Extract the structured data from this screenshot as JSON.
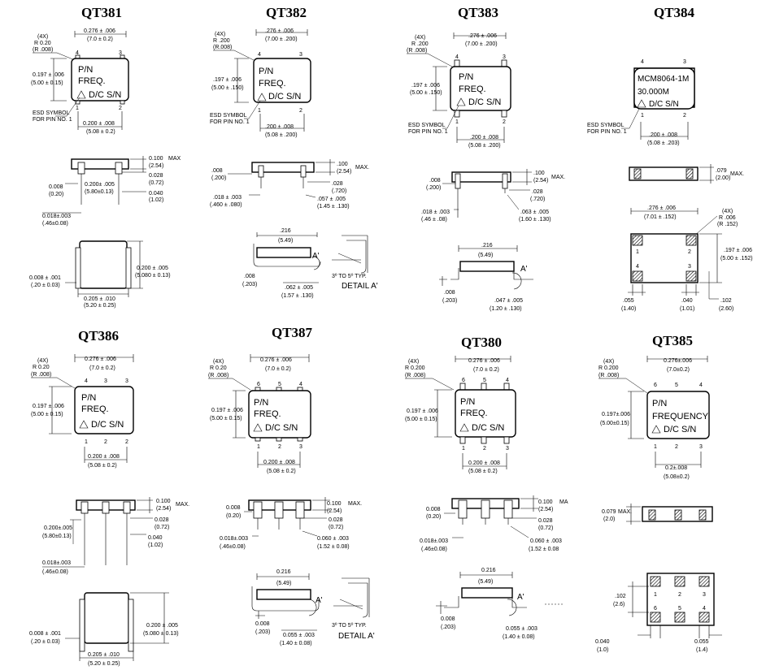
{
  "qt381": {
    "title": "QT381",
    "top": {
      "d_w": "0.276 ± .006",
      "d_w_mm": "(7.0 ± 0.2)",
      "d_h": "0.197 ± .006",
      "d_h_mm": "(5.00 ± 0.15)",
      "radius_l1": "(4X)",
      "radius_l2": "R 0.20",
      "radius_l3": "(R .008)",
      "pin_4": "4",
      "pin_3": "3",
      "pin_1": "1",
      "pin_2": "2",
      "mark_1": "P/N",
      "mark_2": "FREQ.",
      "mark_3": "D/C  S/N",
      "esd_1": "ESD SYMBOL",
      "esd_2": "FOR PIN NO. 1",
      "d_pitch": "0.200 ± .008",
      "d_pitch_mm": "(5.08 ± 0.2)"
    },
    "side": {
      "d_max": "0.100",
      "d_max_mm": "(2.54)",
      "max": "MAX",
      "d_a": "0.028",
      "d_a_mm": "(0.72)",
      "d_b": "0.040",
      "d_b_mm": "(1.02)",
      "d_c": "0.008",
      "d_c_mm": "(0.20)",
      "d_d": "0.200± .005",
      "d_d_mm": "(5.80±0.13)",
      "d_e": "0.018±.003",
      "d_e_mm": "(.46±0.08)"
    },
    "end": {
      "d_a": "0.200 ± .005",
      "d_a_mm": "(5.080 ± 0.13)",
      "d_b": "0.008 ± .001",
      "d_b_mm": "(.20 ± 0.03)",
      "d_c": "0.205 ± .010",
      "d_c_mm": "(5.20 ± 0.25)"
    }
  },
  "qt382": {
    "title": "QT382",
    "top": {
      "d_w": ".276 ± .006",
      "d_w_mm": "(7.00 ± .200)",
      "d_h": ".197 ± .006",
      "d_h_mm": "(5.00 ± .150)",
      "radius_l1": "(4X)",
      "radius_l2": "R .200",
      "radius_l3": "(R.008)",
      "pin_4": "4",
      "pin_3": "3",
      "pin_1": "1",
      "pin_2": "2",
      "mark_1": "P/N",
      "mark_2": "FREQ.",
      "mark_3": "D/C  S/N",
      "esd_1": "ESD SYMBOL",
      "esd_2": "FOR PIN NO. 1",
      "d_pitch": ".200 ± .008",
      "d_pitch_mm": "(5.08 ± .200)"
    },
    "side": {
      "d_max": ".100",
      "d_max_mm": "(2.54)",
      "max": "MAX.",
      "d_a": ".028",
      "d_a_mm": "(.720)",
      "d_c": ".008",
      "d_c_mm": "(.200)",
      "d_e": ".018 ± .003",
      "d_e_mm": "(.460 ± .080)",
      "d_f": ".057 ± .005",
      "d_f_mm": "(1.45 ± .130)"
    },
    "bend": {
      "d_w": ".216",
      "d_w_mm": "(5.49)",
      "d_t": ".008",
      "d_t_mm": "(.203)",
      "d_f": ".062 ± .005",
      "d_f_mm": "(1.57 ± .130)",
      "a_mark": "A'",
      "angle": "3º TO 5º TYP.",
      "detail": "DETAIL A'"
    }
  },
  "qt383": {
    "title": "QT383",
    "top": {
      "d_w": ".276 ± .006",
      "d_w_mm": "(7.00 ± .200)",
      "d_h": ".197 ± .006",
      "d_h_mm": "(5.00 ± .150)",
      "radius_l1": "(4X)",
      "radius_l2": "R .200",
      "radius_l3": "(R .008)",
      "pin_4": "4",
      "pin_3": "3",
      "pin_1": "1",
      "pin_2": "2",
      "mark_1": "P/N",
      "mark_2": "FREQ.",
      "mark_3": "D/C  S/N",
      "esd_1": "ESD SYMBOL",
      "esd_2": "FOR PIN NO. 1",
      "d_pitch": ".200 ± .008",
      "d_pitch_mm": "(5.08 ± .200)"
    },
    "side": {
      "d_max": ".100",
      "d_max_mm": "(2.54)",
      "max": "MAX.",
      "d_a": ".028",
      "d_a_mm": "(.720)",
      "d_c": ".008",
      "d_c_mm": "(.200)",
      "d_e": ".018 ± .003",
      "d_e_mm": "(.46 ± .08)",
      "d_f": ".063 ± .005",
      "d_f_mm": "(1.60 ± .130)"
    },
    "bend": {
      "d_w": ".216",
      "d_w_mm": "(5.49)",
      "d_t": ".008",
      "d_t_mm": "(.203)",
      "d_f": ".047 ± .005",
      "d_f_mm": "(1.20 ± .130)",
      "a_mark": "A'"
    }
  },
  "qt384": {
    "title": "QT384",
    "top": {
      "pin_4": "4",
      "pin_3": "3",
      "pin_1": "1",
      "pin_2": "2",
      "mark_1": "MCM8064-1M",
      "mark_2": "30.000M",
      "mark_3": "D/C  S/N",
      "esd_1": "ESD SYMBOL",
      "esd_2": "FOR PIN NO. 1",
      "d_pitch": ".200 ± .008",
      "d_pitch_mm": "(5.08 ± .203)"
    },
    "side": {
      "d_max": ".079",
      "d_max_mm": "(2.00)",
      "max": "MAX."
    },
    "bottom": {
      "d_w": ".276 ± .006",
      "d_w_mm": "(7.01 ± .152)",
      "radius_l1": "(4X)",
      "radius_l2": "R .006",
      "radius_l3": "(R .152)",
      "d_h": ".197 ± .006",
      "d_h_mm": "(5.00 ± .152)",
      "pin_1": "1",
      "pin_2": "2",
      "pin_4": "4",
      "pin_3": "3",
      "d_a": ".055",
      "d_a_mm": "(1.40)",
      "d_b": ".040",
      "d_b_mm": "(1.01)",
      "d_c": ".102",
      "d_c_mm": "(2.60)"
    }
  },
  "qt386": {
    "title": "QT386",
    "top": {
      "d_w": "0.276 ± .006",
      "d_w_mm": "(7.0 ± 0.2)",
      "d_h": "0.197 ± .006",
      "d_h_mm": "(5.00 ± 0.15)",
      "radius_l1": "(4X)",
      "radius_l2": "R 0.20",
      "radius_l3": "(R .008)",
      "pin_4": "4",
      "pin_3a": "3",
      "pin_3b": "3",
      "pin_1": "1",
      "pin_2a": "2",
      "pin_2b": "2",
      "mark_1": "P/N",
      "mark_2": "FREQ.",
      "mark_3": "D/C  S/N",
      "d_pitch": "0.200 ± .008",
      "d_pitch_mm": "(5.08 ± 0.2)"
    },
    "side": {
      "d_max": "0.100",
      "d_max_mm": "(2.54)",
      "max": "MAX.",
      "d_a": "0.028",
      "d_a_mm": "(0.72)",
      "d_b": "0.040",
      "d_b_mm": "(1.02)",
      "d_d": "0.200±.005",
      "d_d_mm": "(5.80±0.13)",
      "d_e": "0.018±.003",
      "d_e_mm": "(.46±0.08)"
    },
    "end": {
      "d_a": "0.200 ± .005",
      "d_a_mm": "(5.080 ± 0.13)",
      "d_b": "0.008 ± .001",
      "d_b_mm": "(.20 ± 0.03)",
      "d_c": "0.205 ± .010",
      "d_c_mm": "(5.20 ± 0.25)"
    }
  },
  "qt387": {
    "title": "QT387",
    "top": {
      "d_w": "0.276 ± .006",
      "d_w_mm": "(7.0 ± 0.2)",
      "d_h": "0.197 ± .006",
      "d_h_mm": "(5.00 ± 0.15)",
      "radius_l1": "(4X)",
      "radius_l2": "R 0.20",
      "radius_l3": "(R .008)",
      "pin_6": "6",
      "pin_5": "5",
      "pin_4": "4",
      "pin_1": "1",
      "pin_2": "2",
      "pin_3": "3",
      "mark_1": "P/N",
      "mark_2": "FREQ.",
      "mark_3": "D/C  S/N",
      "d_pitch": "0.200 ± .008",
      "d_pitch_mm": "(5.08 ± 0.2)"
    },
    "side": {
      "d_max": "0.100",
      "d_max_mm": "(2.54)",
      "max": "MAX.",
      "d_a": "0.028",
      "d_a_mm": "(0.72)",
      "d_c": "0.008",
      "d_c_mm": "(0.20)",
      "d_e": "0.018±.003",
      "d_e_mm": "(.46±0.08)",
      "d_f": "0.060 ± .003",
      "d_f_mm": "(1.52 ± 0.08)"
    },
    "bend": {
      "d_w": "0.216",
      "d_w_mm": "(5.49)",
      "d_t": "0.008",
      "d_t_mm": "(.203)",
      "d_f": "0.055 ± .003",
      "d_f_mm": "(1.40 ± 0.08)",
      "a_mark": "A'",
      "angle": "3º TO 5º TYP.",
      "detail": "DETAIL A'"
    }
  },
  "qt380": {
    "title": "QT380",
    "top": {
      "d_w": "0.276 ± .006",
      "d_w_mm": "(7.0 ± 0.2)",
      "d_h": "0.197 ± .006",
      "d_h_mm": "(5.00 ± 0.15)",
      "radius_l1": "(4X)",
      "radius_l2": "R 0.200",
      "radius_l3": "(R .008)",
      "pin_6": "6",
      "pin_5": "5",
      "pin_4": "4",
      "pin_1": "1",
      "pin_2": "2",
      "pin_3": "3",
      "mark_1": "P/N",
      "mark_2": "FREQ.",
      "mark_3": "D/C  S/N",
      "d_pitch": "0.200 ± .008",
      "d_pitch_mm": "(5.08 ± 0.2)"
    },
    "side": {
      "d_max": "0.100",
      "d_max_mm": "(2.54)",
      "max": "MA",
      "d_a": "0.028",
      "d_a_mm": "(0.72)",
      "d_c": "0.008",
      "d_c_mm": "(0.20)",
      "d_e": "0.018±.003",
      "d_e_mm": "(.46±0.08)",
      "d_f": "0.060 ± .003",
      "d_f_mm": "(1.52 ± 0.08"
    },
    "bend": {
      "d_w": "0.216",
      "d_w_mm": "(5.49)",
      "d_t": "0.008",
      "d_t_mm": "(.203)",
      "d_f": "0.055 ± .003",
      "d_f_mm": "(1.40 ± 0.08)",
      "a_mark": "A'"
    }
  },
  "qt385": {
    "title": "QT385",
    "top": {
      "d_w": "0.276±.006",
      "d_w_mm": "(7.0±0.2)",
      "d_h": "0.197±.006",
      "d_h_mm": "(5.00±0.15)",
      "radius_l1": "(4X)",
      "radius_l2": "R 0.200",
      "radius_l3": "(R .008)",
      "pin_6": "6",
      "pin_5": "5",
      "pin_4": "4",
      "pin_1": "1",
      "pin_2": "2",
      "pin_3": "3",
      "mark_1": "P/N",
      "mark_2": "FREQUENCY",
      "mark_3": "D/C  S/N",
      "d_pitch": "0.2±.008",
      "d_pitch_mm": "(5.08±0.2)"
    },
    "side": {
      "d_max": "0.079",
      "d_max_mm": "(2.0)",
      "max": "MAX."
    },
    "bottom": {
      "pin_1": "1",
      "pin_2": "2",
      "pin_3": "3",
      "pin_6": "6",
      "pin_5": "5",
      "pin_4": "4",
      "d_h": ".102",
      "d_h_mm": "(2.6)",
      "d_a": "0.040",
      "d_a_mm": "(1.0)",
      "d_b": "0.055",
      "d_b_mm": "(1.4)"
    }
  }
}
